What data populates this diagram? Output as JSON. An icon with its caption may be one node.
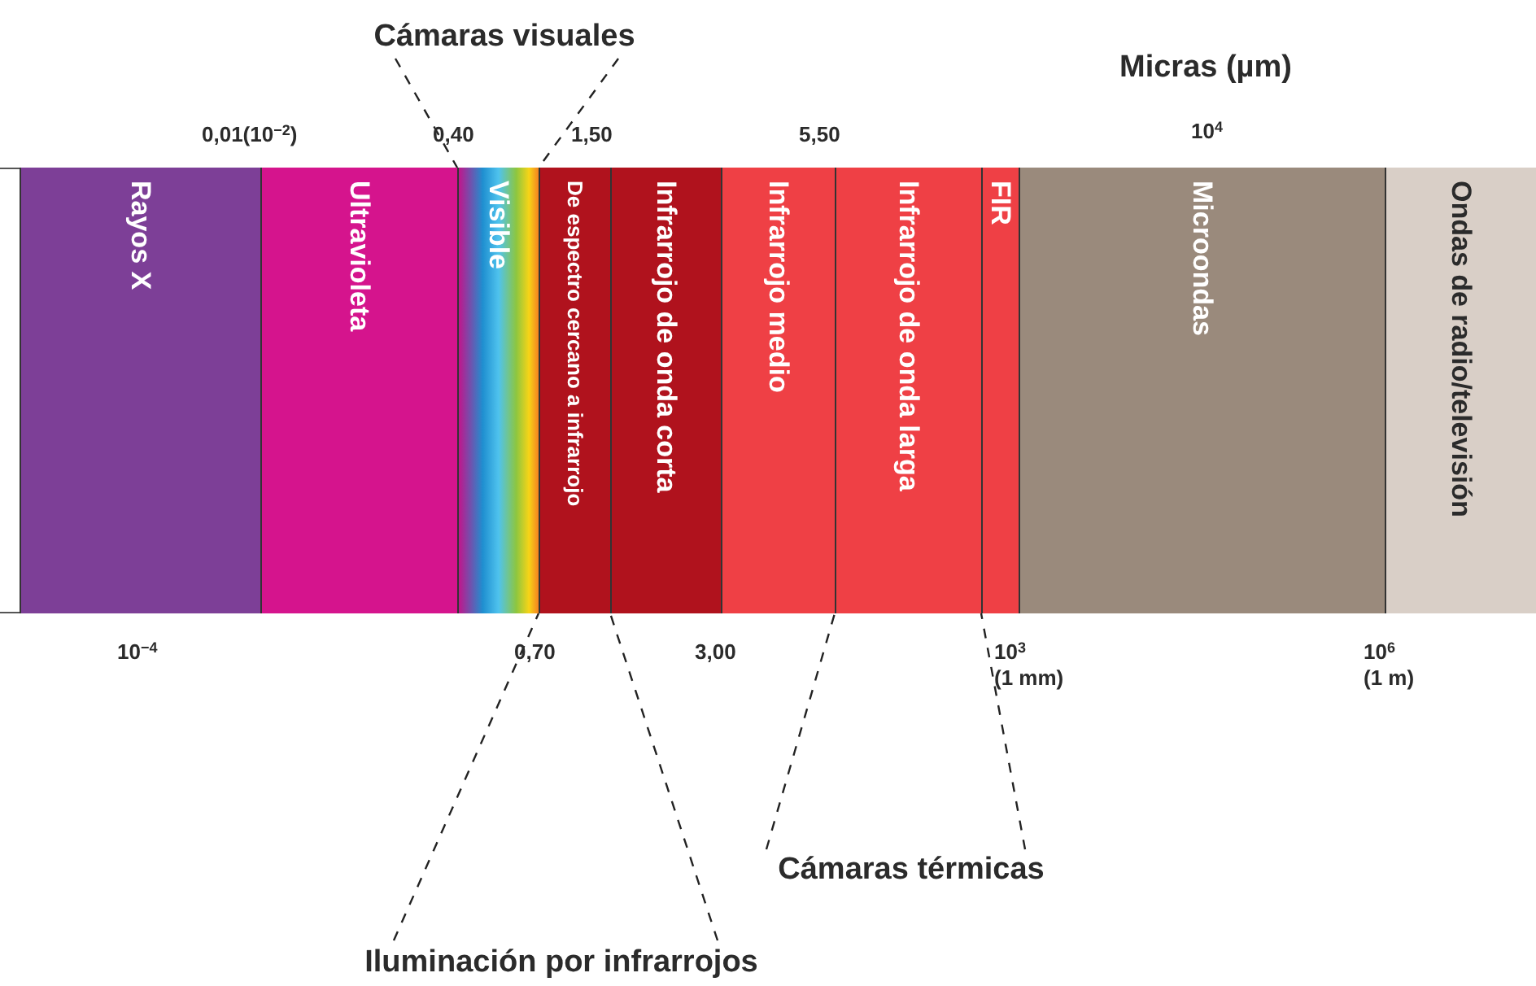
{
  "diagram": {
    "nodes": [
      {
        "text": [
          "Rayos X"
        ]
      },
      {
        "text": [
          "Ultravioleta"
        ]
      },
      {
        "text": [
          "Visible"
        ]
      },
      {
        "text": [
          "De espectro cercano a infrarrojo"
        ]
      },
      {
        "text": [
          "Infrarrojo de onda corta"
        ]
      },
      {
        "text": [
          "Infrarrojo medio"
        ]
      },
      {
        "text": [
          "Infrarrojo de onda larga"
        ]
      },
      {
        "text": [
          "FIR"
        ]
      },
      {
        "text": [
          "Microondas"
        ]
      },
      {
        "text": [
          "Ondas de radio/televisión"
        ]
      },
      {
        "text": [
          "Cámaras visuales"
        ]
      },
      {
        "text": [
          "Iluminación por infrarrojos"
        ]
      },
      {
        "text": [
          "Cámaras térmicas"
        ]
      }
    ],
    "edges": [
      {
        "from": 10,
        "to": 2,
        "arrow": "none",
        "style": "dashed"
      },
      {
        "from": 10,
        "to": 3,
        "arrow": "none",
        "style": "dashed"
      },
      {
        "from": 11,
        "to": 3,
        "arrow": "none",
        "style": "dashed"
      },
      {
        "from": 11,
        "to": 3,
        "arrow": "none",
        "style": "dashed"
      },
      {
        "from": 12,
        "to": 5,
        "arrow": "none",
        "style": "dashed"
      },
      {
        "from": 12,
        "to": 7,
        "arrow": "none",
        "style": "dashed"
      }
    ],
    "labels": [
      "Micras (µm)",
      "0,01(10$^{−2}$)",
      "0,40",
      "1,50",
      "5,50",
      "10$^{4}$",
      "10$^{−4}$",
      "0,70",
      "3,00",
      "10$^{3}$",
      "(1 mm)",
      "10$^{6}$",
      "(1 m)"
    ]
  }
}
